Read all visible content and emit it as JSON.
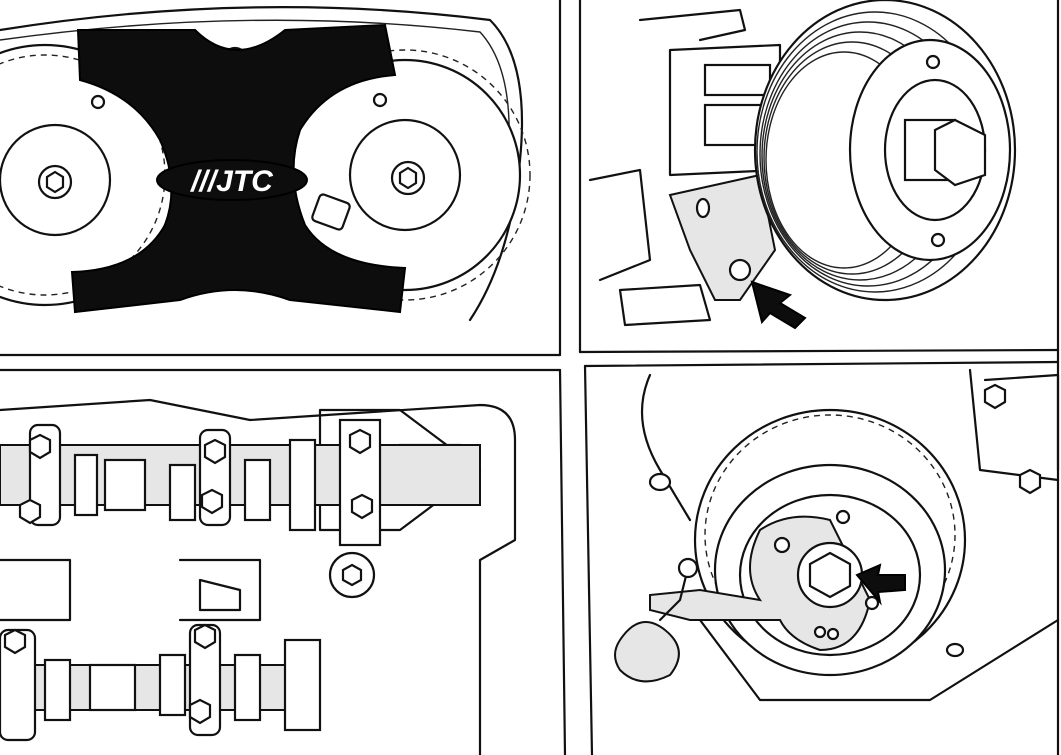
{
  "figure": {
    "panels": [
      {
        "id": "top-left",
        "subject": "camshaft-locking-tool"
      },
      {
        "id": "top-right",
        "subject": "crankshaft-pulley-pin"
      },
      {
        "id": "bottom-left",
        "subject": "camshafts"
      },
      {
        "id": "bottom-right",
        "subject": "pulley-holding-wrench"
      }
    ],
    "logo_text": "///JTC"
  }
}
